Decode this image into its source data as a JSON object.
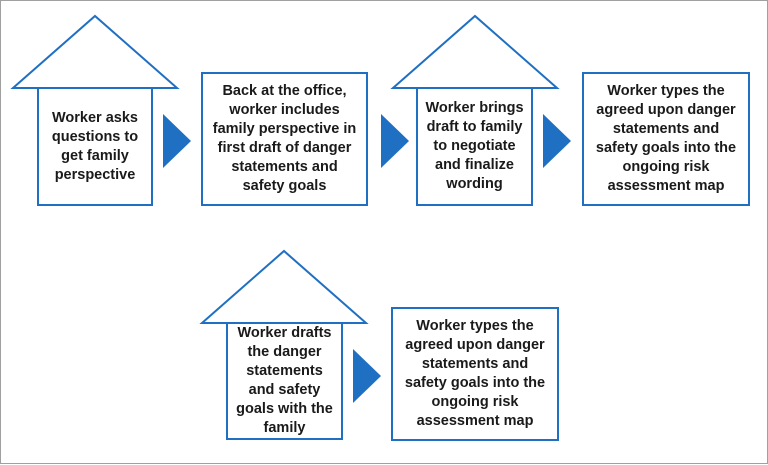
{
  "colors": {
    "border": "#1f6fc2",
    "arrow": "#1f6fc2",
    "text": "#1a1a1a",
    "frame": "#a0a0a0"
  },
  "steps": {
    "top": [
      {
        "text": "Worker asks questions to get family perspective",
        "shape": "house"
      },
      {
        "text": "Back at the office, worker includes family perspective in first draft of danger statements and safety goals",
        "shape": "box"
      },
      {
        "text": "Worker brings draft to family to negotiate and finalize wording",
        "shape": "house"
      },
      {
        "text": "Worker types the agreed upon danger statements and safety goals into the ongoing risk assessment map",
        "shape": "box"
      }
    ],
    "bottom": [
      {
        "text": "Worker drafts the danger statements and safety goals with the family",
        "shape": "house"
      },
      {
        "text": "Worker types the agreed upon danger statements and safety goals into the ongoing risk assessment map",
        "shape": "box"
      }
    ]
  }
}
